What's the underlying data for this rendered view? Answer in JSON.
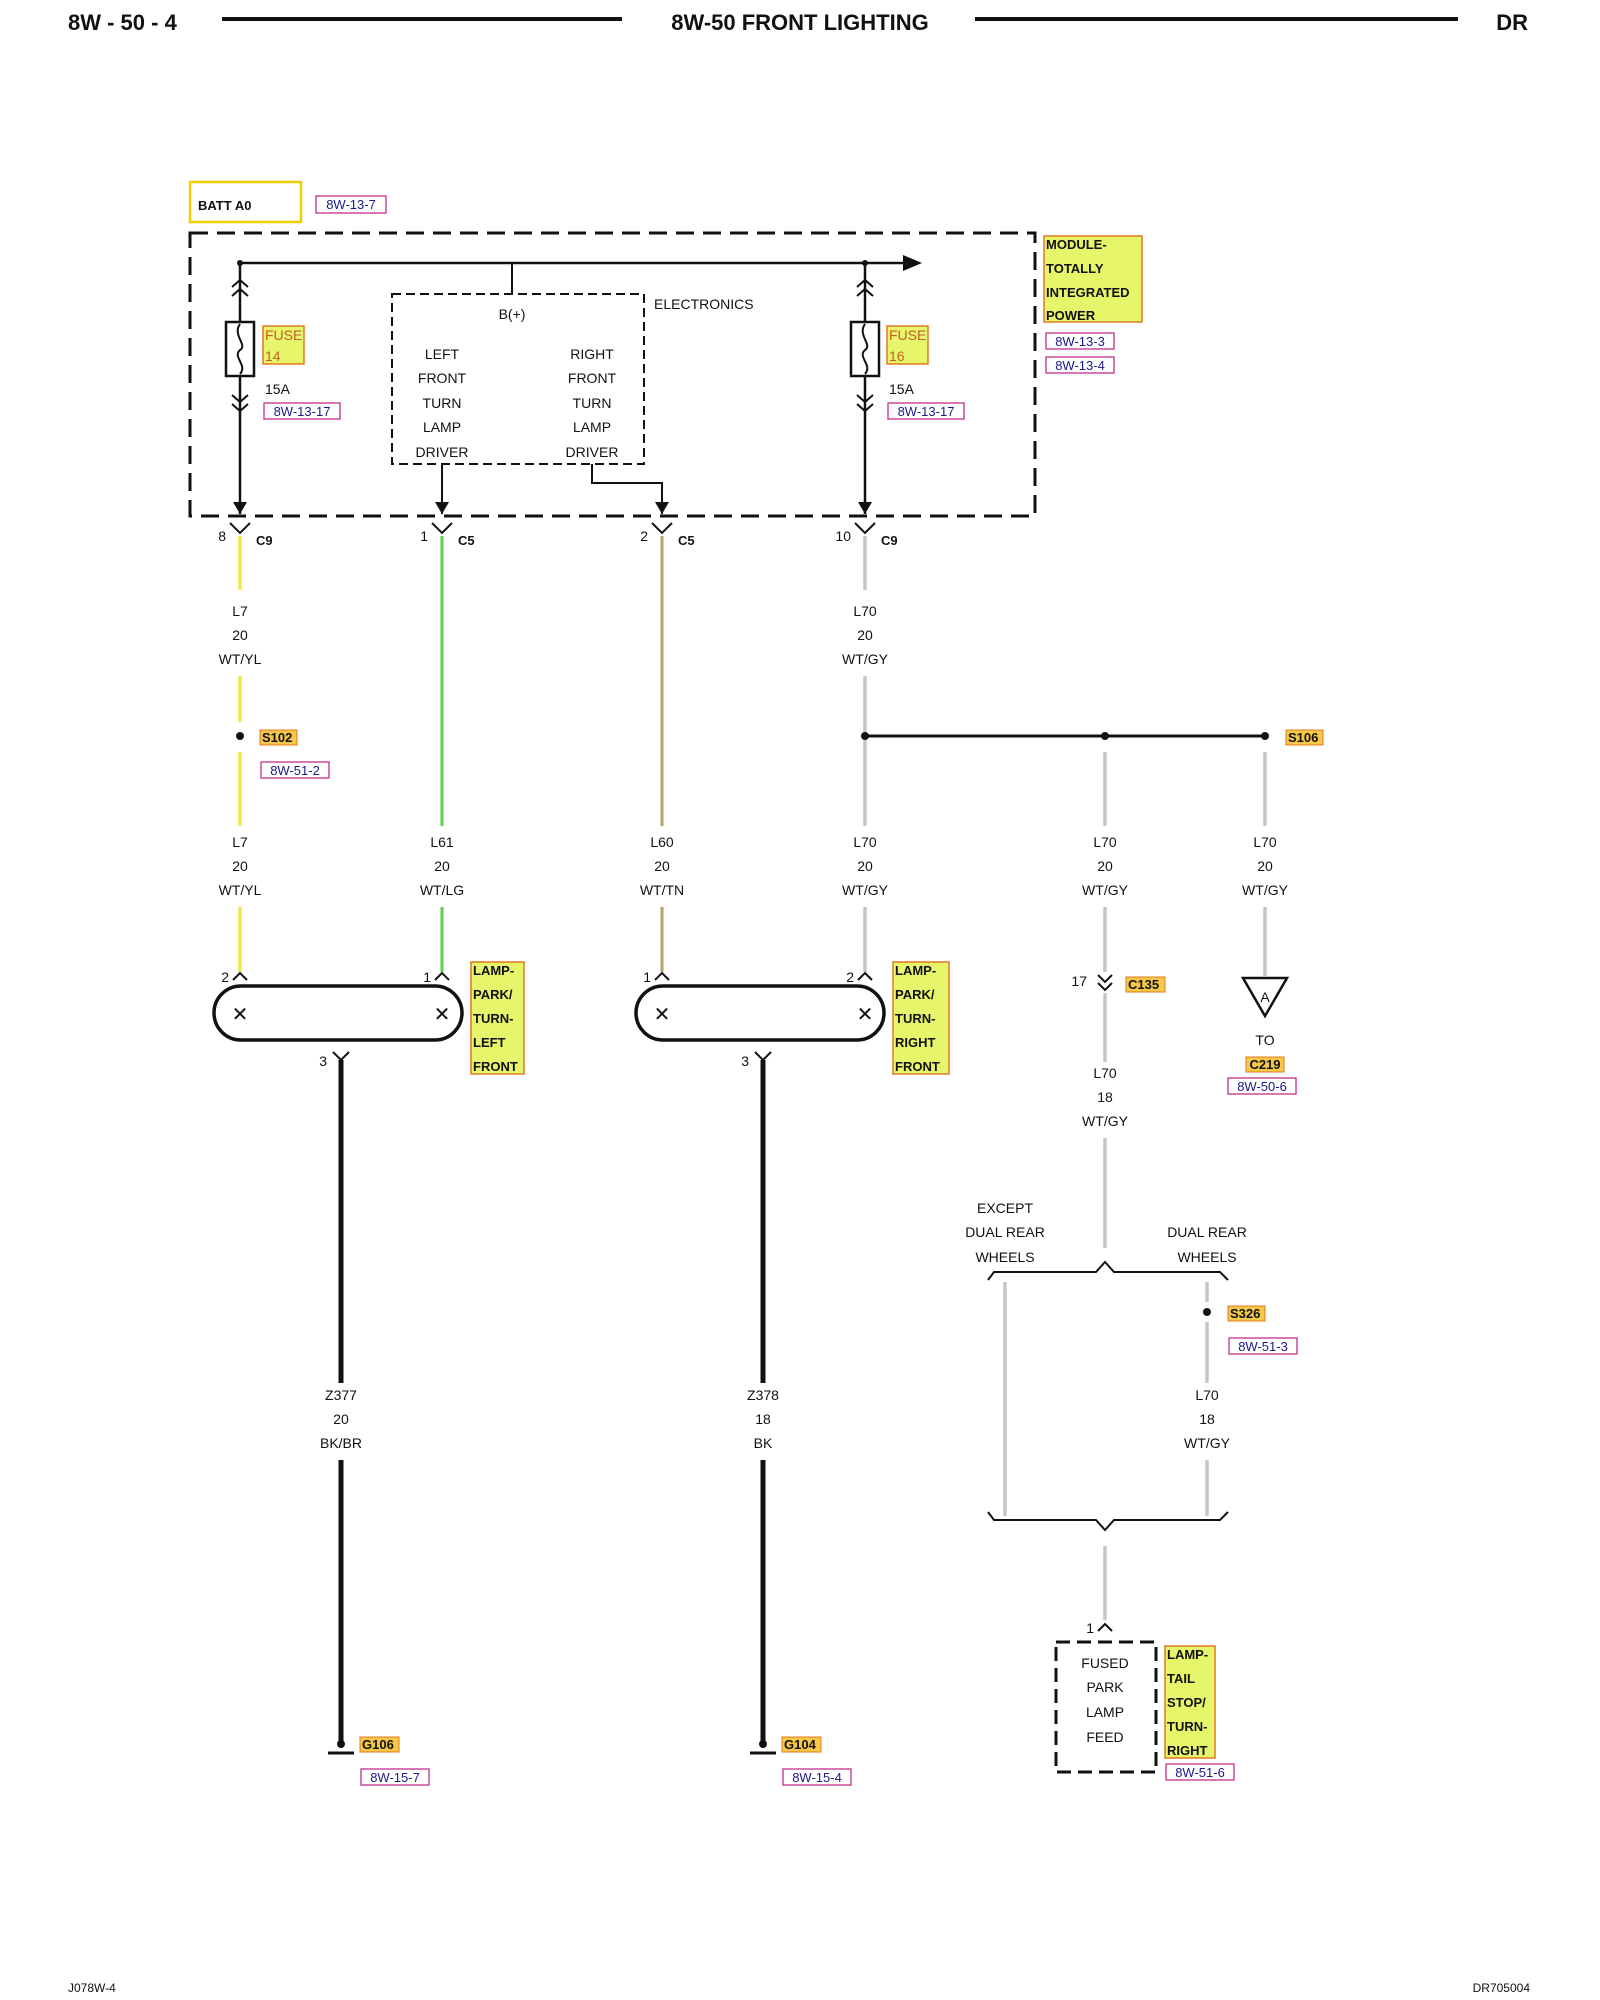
{
  "header": {
    "page_code": "8W - 50 - 4",
    "title": "8W-50 FRONT LIGHTING",
    "vehicle": "DR"
  },
  "footer": {
    "left_code": "J078W-4",
    "right_code": "DR705004"
  },
  "colors": {
    "highlight_fill": "#e6f56a",
    "highlight_border": "#e07a20",
    "ref_border": "#c0308a",
    "batt_border": "#f0d000",
    "wire_yellow": "#f2e64a",
    "wire_green": "#5ad24a",
    "wire_tan": "#b7a26a",
    "wire_gray": "#c6c6c6",
    "wire_black": "#111111"
  },
  "power": {
    "batt_label": "BATT A0",
    "batt_ref": "8W-13-7"
  },
  "module": {
    "label_lines": [
      "MODULE-",
      "TOTALLY",
      "INTEGRATED",
      "POWER"
    ],
    "refs": [
      "8W-13-3",
      "8W-13-4"
    ]
  },
  "fuses": [
    {
      "line1": "FUSE",
      "line2": "14",
      "amps": "15A",
      "ref": "8W-13-17"
    },
    {
      "line1": "FUSE",
      "line2": "16",
      "amps": "15A",
      "ref": "8W-13-17"
    }
  ],
  "electronics": {
    "title": "ELECTRONICS",
    "bplus": "B(+)",
    "left_driver_lines": [
      "LEFT",
      "FRONT",
      "TURN",
      "LAMP",
      "DRIVER"
    ],
    "right_driver_lines": [
      "RIGHT",
      "FRONT",
      "TURN",
      "LAMP",
      "DRIVER"
    ]
  },
  "connectors": [
    {
      "pin": "8",
      "name": "C9"
    },
    {
      "pin": "1",
      "name": "C5"
    },
    {
      "pin": "2",
      "name": "C5"
    },
    {
      "pin": "10",
      "name": "C9"
    }
  ],
  "wire_labels": {
    "upper_l7": [
      "L7",
      "20",
      "WT/YL"
    ],
    "upper_l70": [
      "L70",
      "20",
      "WT/GY"
    ],
    "lower_l7": [
      "L7",
      "20",
      "WT/YL"
    ],
    "lower_l61": [
      "L61",
      "20",
      "WT/LG"
    ],
    "lower_l60": [
      "L60",
      "20",
      "WT/TN"
    ],
    "lower_l70a": [
      "L70",
      "20",
      "WT/GY"
    ],
    "lower_l70b": [
      "L70",
      "20",
      "WT/GY"
    ],
    "lower_l70c": [
      "L70",
      "20",
      "WT/GY"
    ],
    "c135_l70": [
      "L70",
      "18",
      "WT/GY"
    ],
    "s326_l70": [
      "L70",
      "18",
      "WT/GY"
    ],
    "ground_left": [
      "Z377",
      "20",
      "BK/BR"
    ],
    "ground_right": [
      "Z378",
      "18",
      "BK"
    ]
  },
  "splices": {
    "s102": {
      "name": "S102",
      "ref": "8W-51-2"
    },
    "s106": {
      "name": "S106"
    },
    "s326": {
      "name": "S326",
      "ref": "8W-51-3"
    }
  },
  "lamps": {
    "left": {
      "label_lines": [
        "LAMP-",
        "PARK/",
        "TURN-",
        "LEFT",
        "FRONT"
      ],
      "pin_a": "2",
      "pin_b": "1",
      "pin_ground": "3"
    },
    "right": {
      "label_lines": [
        "LAMP-",
        "PARK/",
        "TURN-",
        "RIGHT",
        "FRONT"
      ],
      "pin_a": "1",
      "pin_b": "2",
      "pin_ground": "3"
    }
  },
  "c135": {
    "pin": "17",
    "name": "C135"
  },
  "c219": {
    "letter": "A",
    "to": "TO",
    "name": "C219",
    "ref": "8W-50-6"
  },
  "options": {
    "except_lines": [
      "EXCEPT",
      "DUAL REAR",
      "WHEELS"
    ],
    "dual_lines": [
      "DUAL REAR",
      "WHEELS"
    ]
  },
  "tail_lamp": {
    "pin": "1",
    "feed_lines": [
      "FUSED",
      "PARK",
      "LAMP",
      "FEED"
    ],
    "label_lines": [
      "LAMP-",
      "TAIL",
      "STOP/",
      "TURN-",
      "RIGHT"
    ],
    "ref": "8W-51-6"
  },
  "grounds": [
    {
      "name": "G106",
      "ref": "8W-15-7"
    },
    {
      "name": "G104",
      "ref": "8W-15-4"
    }
  ]
}
